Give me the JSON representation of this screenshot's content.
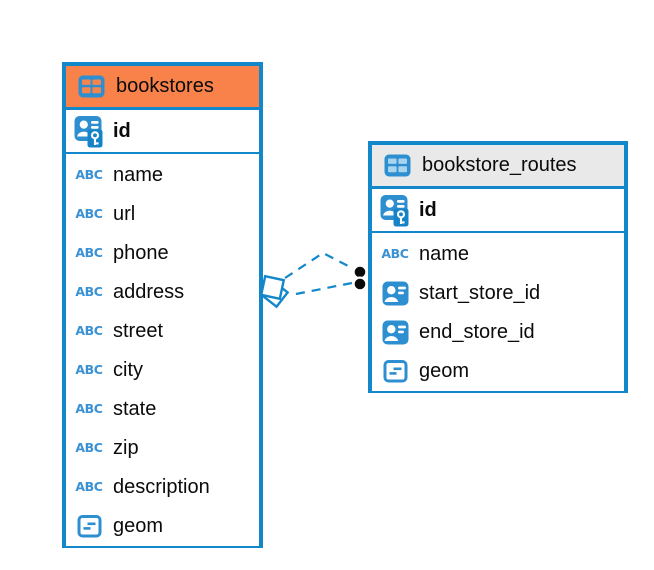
{
  "diagram": {
    "type": "entity-relationship-diagram",
    "background_color": "#ffffff",
    "accent_blue": "#1287c9",
    "icon_blue": "#2e8fd0",
    "tables": [
      {
        "title": "bookstores",
        "header_color": "#f8824a",
        "title_icon": "table-icon",
        "primary_key": {
          "label": "id",
          "icon": "person-key-icon"
        },
        "columns": [
          {
            "label": "name",
            "icon": "text-icon"
          },
          {
            "label": "url",
            "icon": "text-icon"
          },
          {
            "label": "phone",
            "icon": "text-icon"
          },
          {
            "label": "address",
            "icon": "text-icon"
          },
          {
            "label": "street",
            "icon": "text-icon"
          },
          {
            "label": "city",
            "icon": "text-icon"
          },
          {
            "label": "state",
            "icon": "text-icon"
          },
          {
            "label": "zip",
            "icon": "text-icon"
          },
          {
            "label": "description",
            "icon": "text-icon"
          },
          {
            "label": "geom",
            "icon": "geometry-icon"
          }
        ]
      },
      {
        "title": "bookstore_routes",
        "header_color": "#e9e9e9",
        "title_icon": "table-icon",
        "primary_key": {
          "label": "id",
          "icon": "person-key-icon"
        },
        "columns": [
          {
            "label": "name",
            "icon": "text-icon"
          },
          {
            "label": "start_store_id",
            "icon": "person-ref-icon"
          },
          {
            "label": "end_store_id",
            "icon": "person-ref-icon"
          },
          {
            "label": "geom",
            "icon": "geometry-icon"
          }
        ]
      }
    ],
    "relationships": [
      {
        "from_table": "bookstore_routes",
        "from_column": "start_store_id",
        "to_table": "bookstores",
        "to_column": "id",
        "line_style": "dashed",
        "line_color": "#1287c9"
      },
      {
        "from_table": "bookstore_routes",
        "from_column": "end_store_id",
        "to_table": "bookstores",
        "to_column": "id",
        "line_style": "dashed",
        "line_color": "#1287c9"
      }
    ]
  }
}
